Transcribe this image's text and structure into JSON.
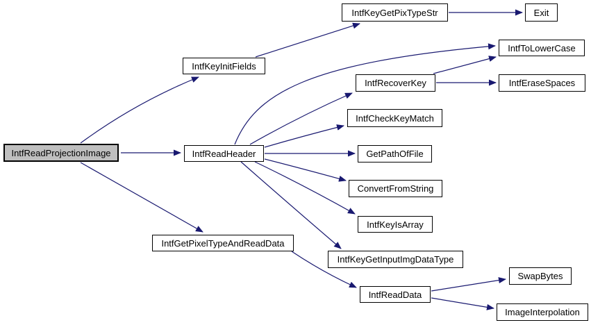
{
  "diagram": {
    "type": "call-graph",
    "colors": {
      "background": "#ffffff",
      "edge": "#191970",
      "node_border": "#000000",
      "node_fill": "#ffffff",
      "root_fill": "#bfbfbf",
      "text": "#000000"
    },
    "nodes": [
      {
        "id": "IntfReadProjectionImage",
        "label": "IntfReadProjectionImage",
        "root": true
      },
      {
        "id": "IntfKeyInitFields",
        "label": "IntfKeyInitFields",
        "root": false
      },
      {
        "id": "IntfKeyGetPixTypeStr",
        "label": "IntfKeyGetPixTypeStr",
        "root": false
      },
      {
        "id": "Exit",
        "label": "Exit",
        "root": false
      },
      {
        "id": "IntfToLowerCase",
        "label": "IntfToLowerCase",
        "root": false
      },
      {
        "id": "IntfRecoverKey",
        "label": "IntfRecoverKey",
        "root": false
      },
      {
        "id": "IntfEraseSpaces",
        "label": "IntfEraseSpaces",
        "root": false
      },
      {
        "id": "IntfCheckKeyMatch",
        "label": "IntfCheckKeyMatch",
        "root": false
      },
      {
        "id": "GetPathOfFile",
        "label": "GetPathOfFile",
        "root": false
      },
      {
        "id": "IntfReadHeader",
        "label": "IntfReadHeader",
        "root": false
      },
      {
        "id": "ConvertFromString",
        "label": "ConvertFromString",
        "root": false
      },
      {
        "id": "IntfKeyIsArray",
        "label": "IntfKeyIsArray",
        "root": false
      },
      {
        "id": "IntfKeyGetInputImgDataType",
        "label": "IntfKeyGetInputImgDataType",
        "root": false
      },
      {
        "id": "IntfGetPixelTypeAndReadData",
        "label": "IntfGetPixelTypeAndReadData",
        "root": false
      },
      {
        "id": "IntfReadData",
        "label": "IntfReadData",
        "root": false
      },
      {
        "id": "SwapBytes",
        "label": "SwapBytes",
        "root": false
      },
      {
        "id": "ImageInterpolation",
        "label": "ImageInterpolation",
        "root": false
      }
    ],
    "edges": [
      {
        "from": "IntfReadProjectionImage",
        "to": "IntfKeyInitFields"
      },
      {
        "from": "IntfReadProjectionImage",
        "to": "IntfReadHeader"
      },
      {
        "from": "IntfReadProjectionImage",
        "to": "IntfGetPixelTypeAndReadData"
      },
      {
        "from": "IntfKeyInitFields",
        "to": "IntfKeyGetPixTypeStr"
      },
      {
        "from": "IntfKeyGetPixTypeStr",
        "to": "Exit"
      },
      {
        "from": "IntfReadHeader",
        "to": "IntfToLowerCase"
      },
      {
        "from": "IntfReadHeader",
        "to": "IntfRecoverKey"
      },
      {
        "from": "IntfReadHeader",
        "to": "IntfCheckKeyMatch"
      },
      {
        "from": "IntfReadHeader",
        "to": "GetPathOfFile"
      },
      {
        "from": "IntfReadHeader",
        "to": "ConvertFromString"
      },
      {
        "from": "IntfReadHeader",
        "to": "IntfKeyIsArray"
      },
      {
        "from": "IntfReadHeader",
        "to": "IntfKeyGetInputImgDataType"
      },
      {
        "from": "IntfRecoverKey",
        "to": "IntfToLowerCase"
      },
      {
        "from": "IntfRecoverKey",
        "to": "IntfEraseSpaces"
      },
      {
        "from": "IntfGetPixelTypeAndReadData",
        "to": "IntfReadData"
      },
      {
        "from": "IntfReadData",
        "to": "SwapBytes"
      },
      {
        "from": "IntfReadData",
        "to": "ImageInterpolation"
      }
    ]
  }
}
